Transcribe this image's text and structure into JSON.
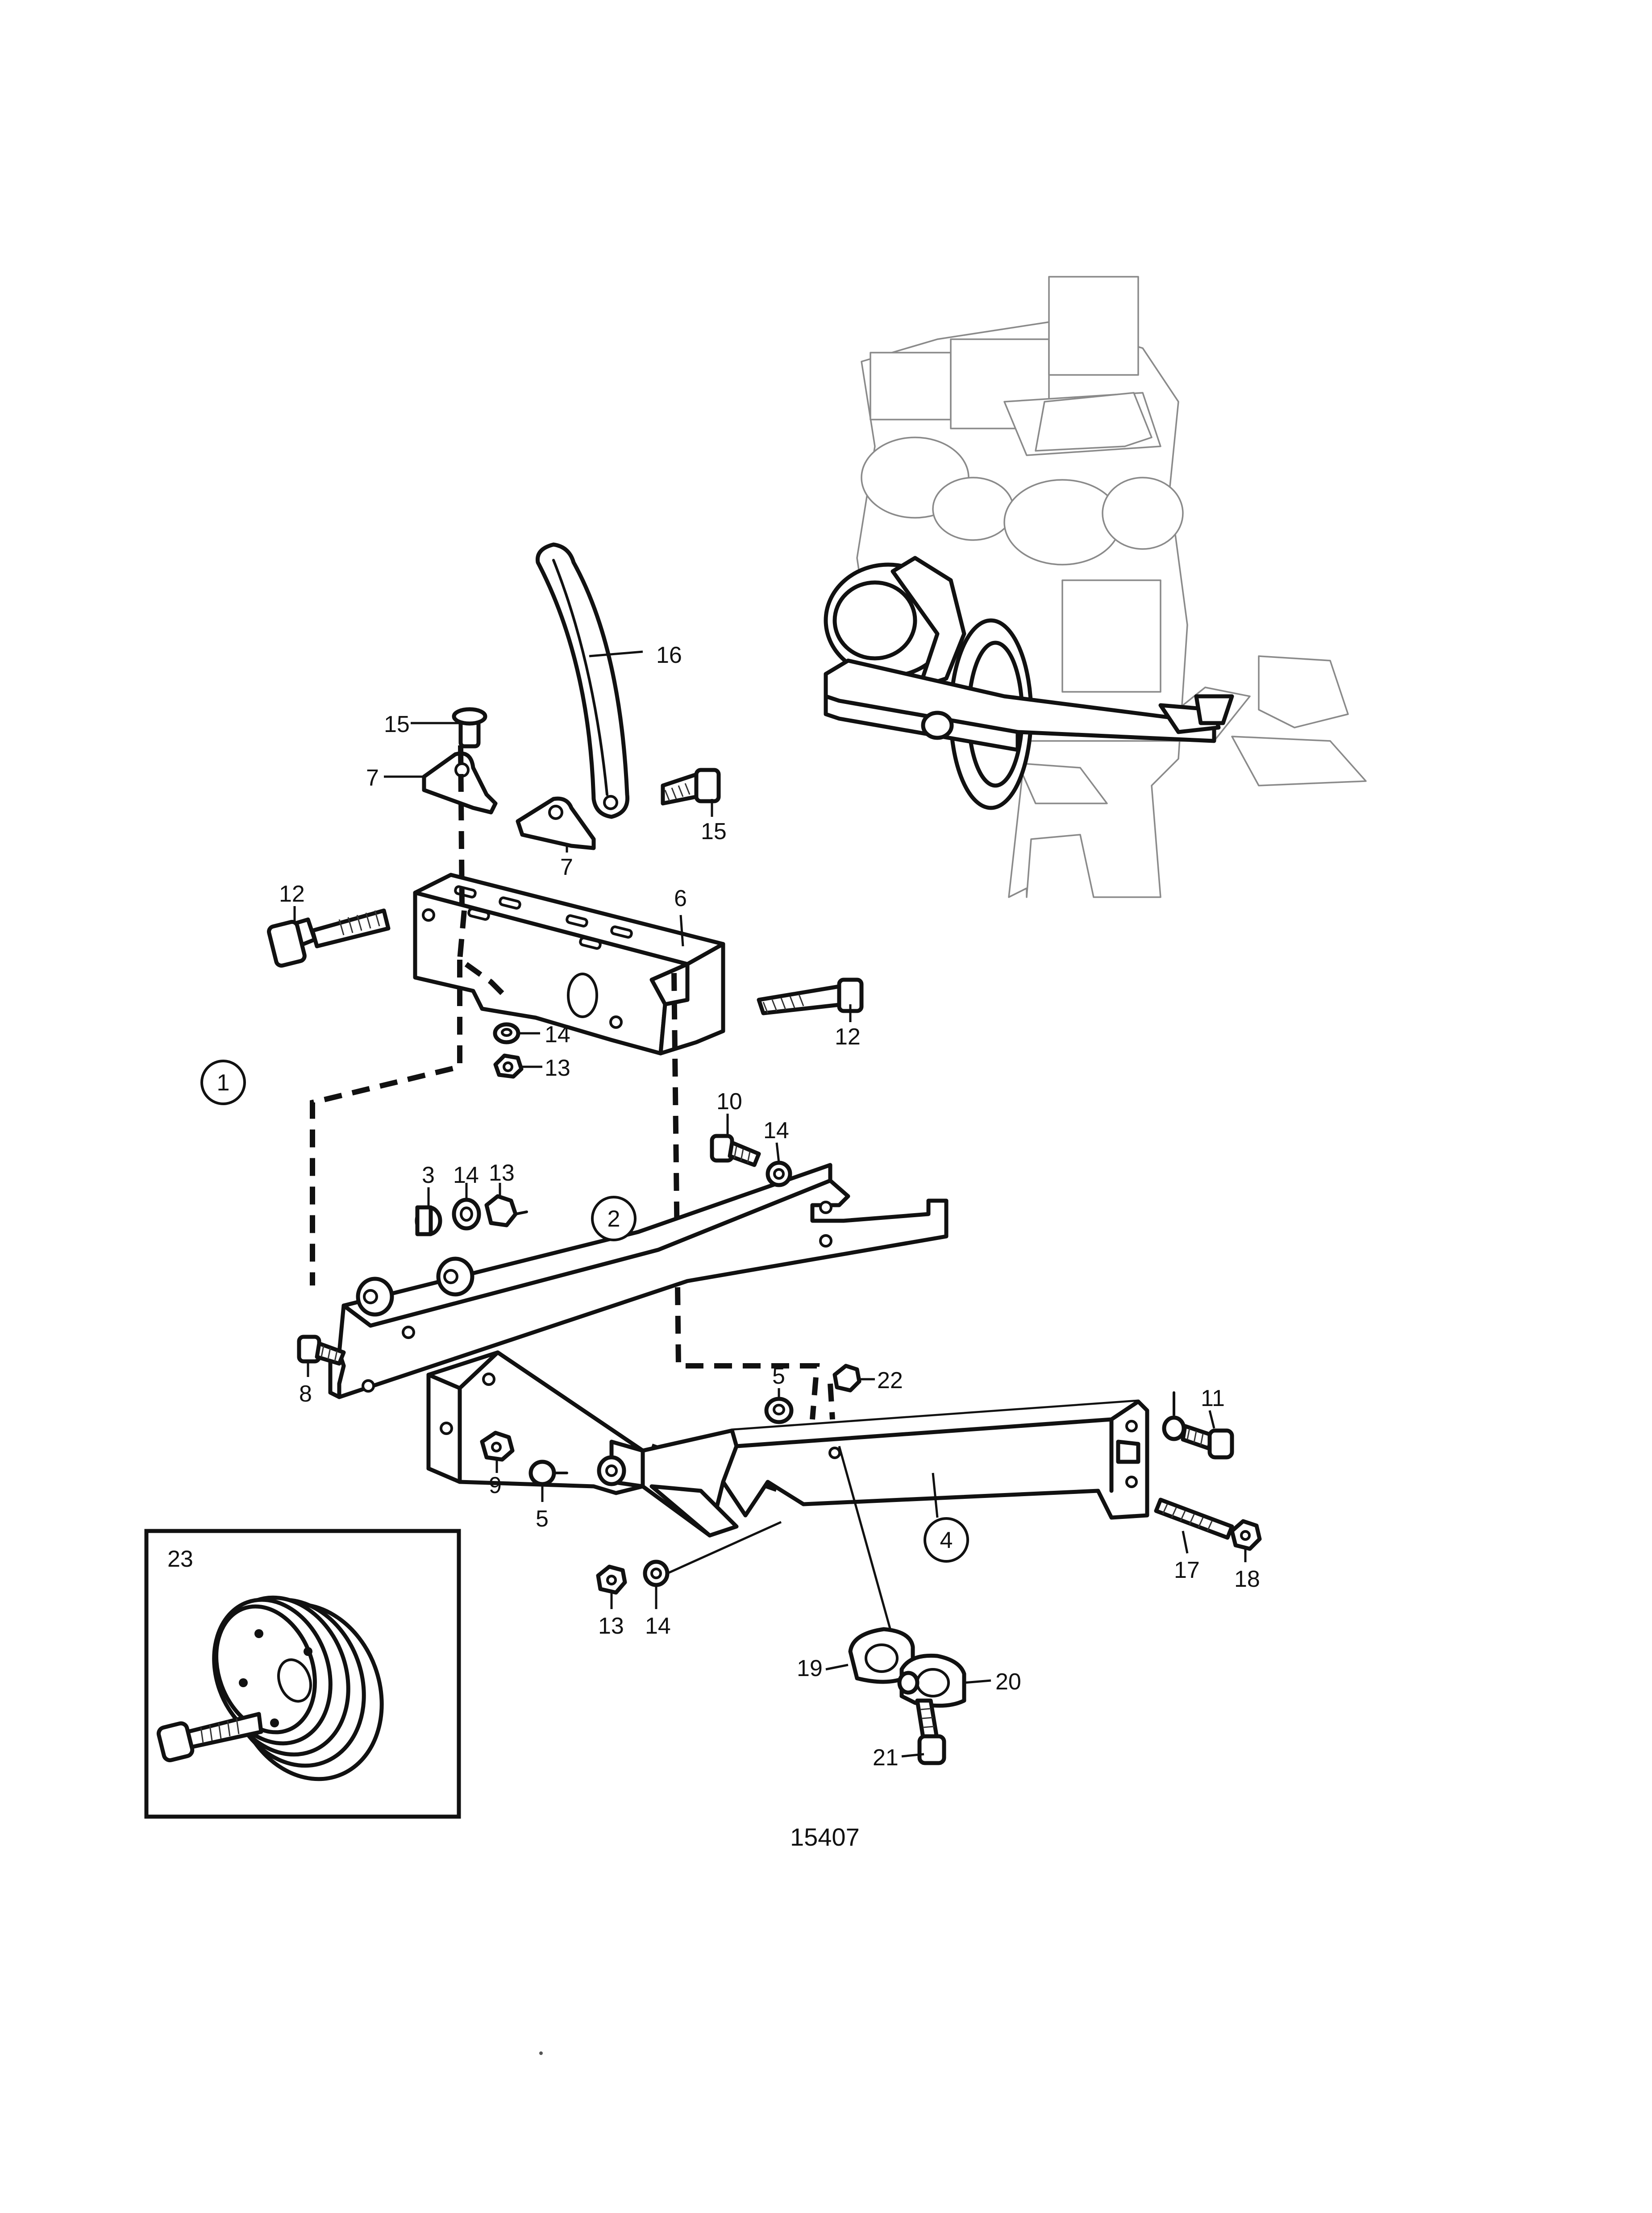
{
  "figure_number": "15407",
  "callouts": {
    "c1": "1",
    "c2": "2",
    "c3": "3",
    "c4": "4",
    "c5a": "5",
    "c5b": "5",
    "c6": "6",
    "c7a": "7",
    "c7b": "7",
    "c8": "8",
    "c9": "9",
    "c10": "10",
    "c11": "11",
    "c12a": "12",
    "c12b": "12",
    "c13a": "13",
    "c13b": "13",
    "c13c": "13",
    "c14a": "14",
    "c14b": "14",
    "c14c": "14",
    "c14d": "14",
    "c15a": "15",
    "c15b": "15",
    "c16": "16",
    "c17": "17",
    "c18": "18",
    "c19": "19",
    "c20": "20",
    "c21": "21",
    "c22": "22",
    "c23": "23"
  }
}
